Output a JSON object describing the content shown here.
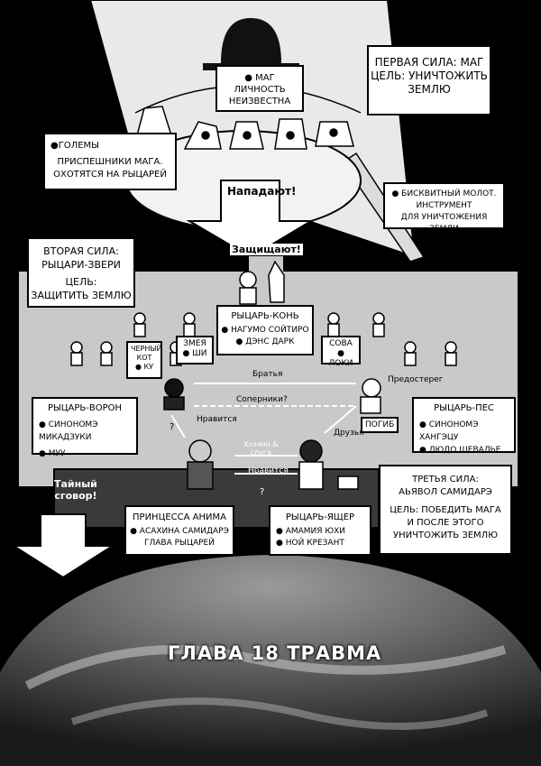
{
  "force1": {
    "l1": "ПЕРВАЯ СИЛА: МАГ",
    "l2": "ЦЕЛЬ: УНИЧТОЖИТЬ",
    "l3": "ЗЕМЛЮ"
  },
  "mage": {
    "l1": "● МАГ",
    "l2": "ЛИЧНОСТЬ",
    "l3": "НЕИЗВЕСТНА"
  },
  "golems": {
    "l1": "●ГОЛЕМЫ",
    "l2": "ПРИСПЕШНИКИ МАГА.",
    "l3": "ОХОТЯТСЯ НА РЫЦАРЕЙ"
  },
  "attack": "Нападают!",
  "hammer": {
    "l1": "● БИСКВИТНЫЙ МОЛОТ.",
    "l2": "ИНСТРУМЕНТ",
    "l3": "ДЛЯ УНИЧТОЖЕНИЯ ЗЕМЛИ"
  },
  "force2": {
    "l1": "ВТОРАЯ СИЛА:",
    "l2": "РЫЦАРИ-ЗВЕРИ",
    "l3": "ЦЕЛЬ:",
    "l4": "ЗАЩИТИТЬ ЗЕМЛЮ"
  },
  "defend": "Защищают!",
  "horse": {
    "title": "РЫЦАРЬ-КОНЬ",
    "l1": "● НАГУМО СОЙТИРО",
    "l2": "● ДЭНС ДАРК"
  },
  "snake": {
    "l1": "ЗМЕЯ",
    "l2": "● ШИ"
  },
  "blackcat": {
    "l1": "ЧЕРНЫЙ",
    "l2": "КОТ",
    "l3": "● КУ"
  },
  "owl": {
    "l1": "СОВА",
    "l2": "● ЛОКИ"
  },
  "brothers": "Братья",
  "rivals": "Соперники?",
  "warned": "Предостерег",
  "likes1": "Нравится",
  "friends": "Друзья",
  "dead": "ПОГИБ",
  "crow": {
    "title": "РЫЦАРЬ-ВОРОН",
    "l1": "● СИНОНОМЭ МИКАДЗУКИ",
    "l2": "● МУУ"
  },
  "dog": {
    "title": "РЫЦАРЬ-ПЕС",
    "l1": "● СИНОНОМЭ ХАНГЭЦУ",
    "l2": "● ЛЮДО ШЕВАЛЬЕ"
  },
  "master": {
    "l1": "Хозяин &",
    "l2": "слуга"
  },
  "likes2": "Нравится",
  "secret": {
    "l1": "Тайный",
    "l2": "сговор!"
  },
  "force3": {
    "l1": "ТРЕТЬЯ СИЛА:",
    "l2": "АЬЯВОЛ САМИДАРЭ",
    "l3": "ЦЕЛЬ: ПОБЕДИТЬ МАГА",
    "l4": "И ПОСЛЕ ЭТОГО",
    "l5": "УНИЧТОЖИТЬ ЗЕМЛЮ"
  },
  "princess": {
    "title": "ПРИНЦЕССА АНИМА",
    "l1": "● АСАХИНА САМИДАРЭ",
    "l2": "ГЛАВА РЫЦАРЕЙ"
  },
  "lizard": {
    "title": "РЫЦАРЬ-ЯЩЕР",
    "l1": "● АМАМИЯ ЮХИ",
    "l2": "● НОЙ КРЕЗАНТ"
  },
  "chapter": "ГЛАВА 18 ТРАВМА",
  "q1": "?",
  "q2": "?"
}
